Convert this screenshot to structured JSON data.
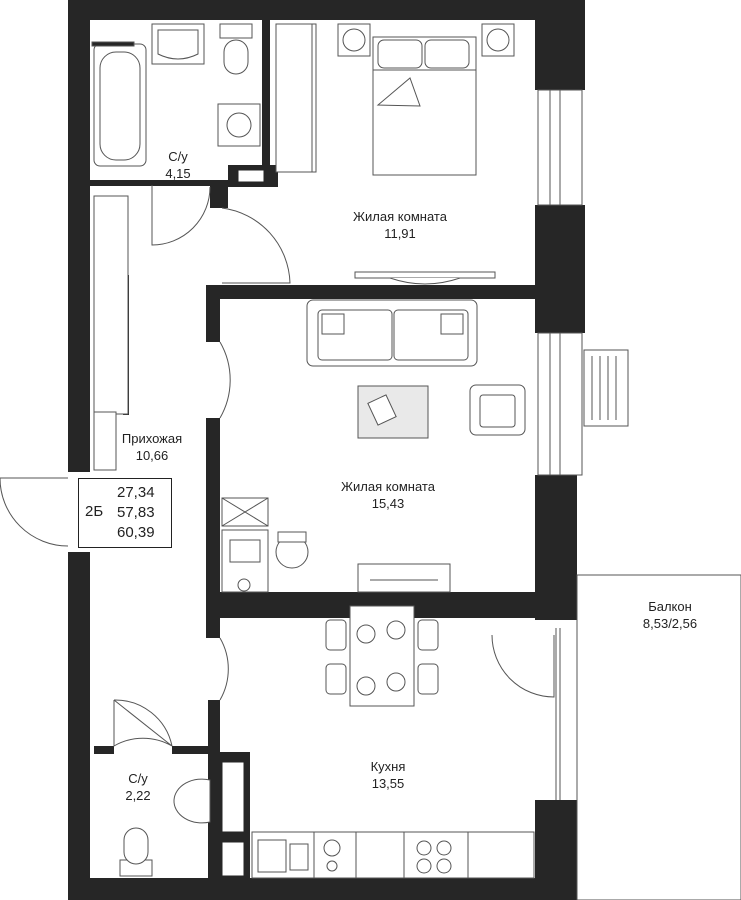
{
  "apartment": {
    "type": "2Б",
    "areas": [
      "27,34",
      "57,83",
      "60,39"
    ]
  },
  "rooms": {
    "bath1": {
      "name": "С/у",
      "area": "4,15"
    },
    "bedroom": {
      "name": "Жилая комната",
      "area": "11,91"
    },
    "hall": {
      "name": "Прихожая",
      "area": "10,66"
    },
    "living": {
      "name": "Жилая комната",
      "area": "15,43"
    },
    "balcony": {
      "name": "Балкон",
      "area": "8,53/2,56"
    },
    "bath2": {
      "name": "С/у",
      "area": "2,22"
    },
    "kitchen": {
      "name": "Кухня",
      "area": "13,55"
    }
  },
  "colors": {
    "wall": "#262626",
    "line": "#555555",
    "furniture_fill": "#e9e9e9"
  }
}
